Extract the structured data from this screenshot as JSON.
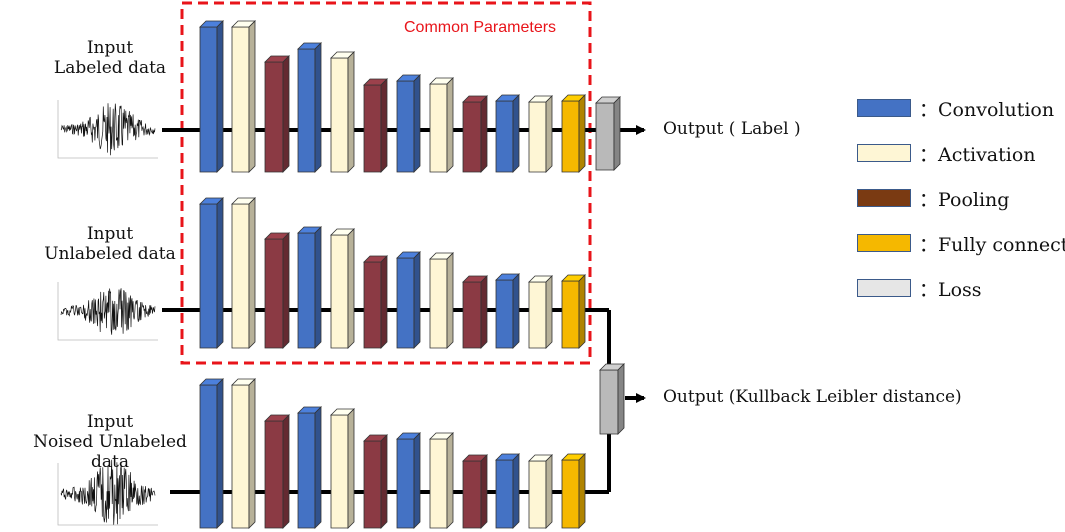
{
  "colors": {
    "convolution": "#4472c4",
    "activation": "#fef6d5",
    "pooling": "#8b3a44",
    "fully_connect": "#f5b800",
    "loss": "#b9b9b9",
    "common_box": "#e8141a"
  },
  "common_label": "Common Parameters",
  "inputs": [
    {
      "line1": "Input",
      "line2": "Labeled data"
    },
    {
      "line1": "Input",
      "line2": "Unlabeled data"
    },
    {
      "line1": "Input",
      "line2": "Noised Unlabeled data"
    }
  ],
  "outputs": {
    "label": "Output ( Label )",
    "kl": "Output (Kullback Leibler distance)"
  },
  "layer_sequence": [
    "convolution",
    "activation",
    "pooling",
    "convolution",
    "activation",
    "pooling",
    "convolution",
    "activation",
    "pooling",
    "convolution",
    "activation",
    "fully_connect"
  ],
  "legend": [
    {
      "key": "convolution",
      "label": "：Convolution"
    },
    {
      "key": "activation",
      "label": "：Activation"
    },
    {
      "key": "pooling",
      "label": "：Pooling"
    },
    {
      "key": "fully_connect",
      "label": "：Fully connect"
    },
    {
      "key": "loss",
      "label": "：Loss"
    }
  ],
  "legend_swatch_colors": {
    "convolution": "#4472c4",
    "activation": "#fef6d5",
    "pooling": "#7a3a12",
    "fully_connect": "#f5b800",
    "loss": "#e6e6e6"
  }
}
